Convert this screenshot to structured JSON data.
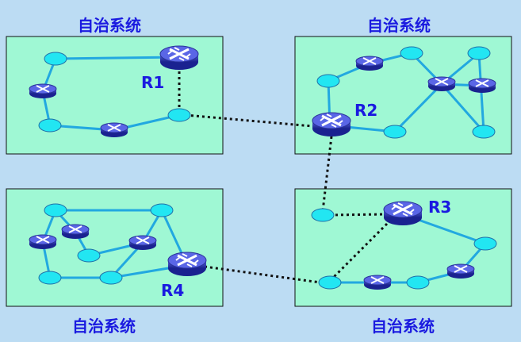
{
  "diagram": {
    "systems": [
      {
        "id": "as1",
        "title": "自治系统",
        "router": "R1"
      },
      {
        "id": "as2",
        "title": "自治系统",
        "router": "R2"
      },
      {
        "id": "as3",
        "title": "自治系统",
        "router": "R3"
      },
      {
        "id": "as4",
        "title": "自治系统",
        "router": "R4"
      }
    ],
    "colors": {
      "background": "#bcdcf3",
      "system_fill": "#9ff8d4",
      "internal_link": "#22a8e0",
      "external_link": "#111111",
      "host": "#22e6f2",
      "router": "#2c38c0",
      "label": "#1a1ae0"
    }
  }
}
